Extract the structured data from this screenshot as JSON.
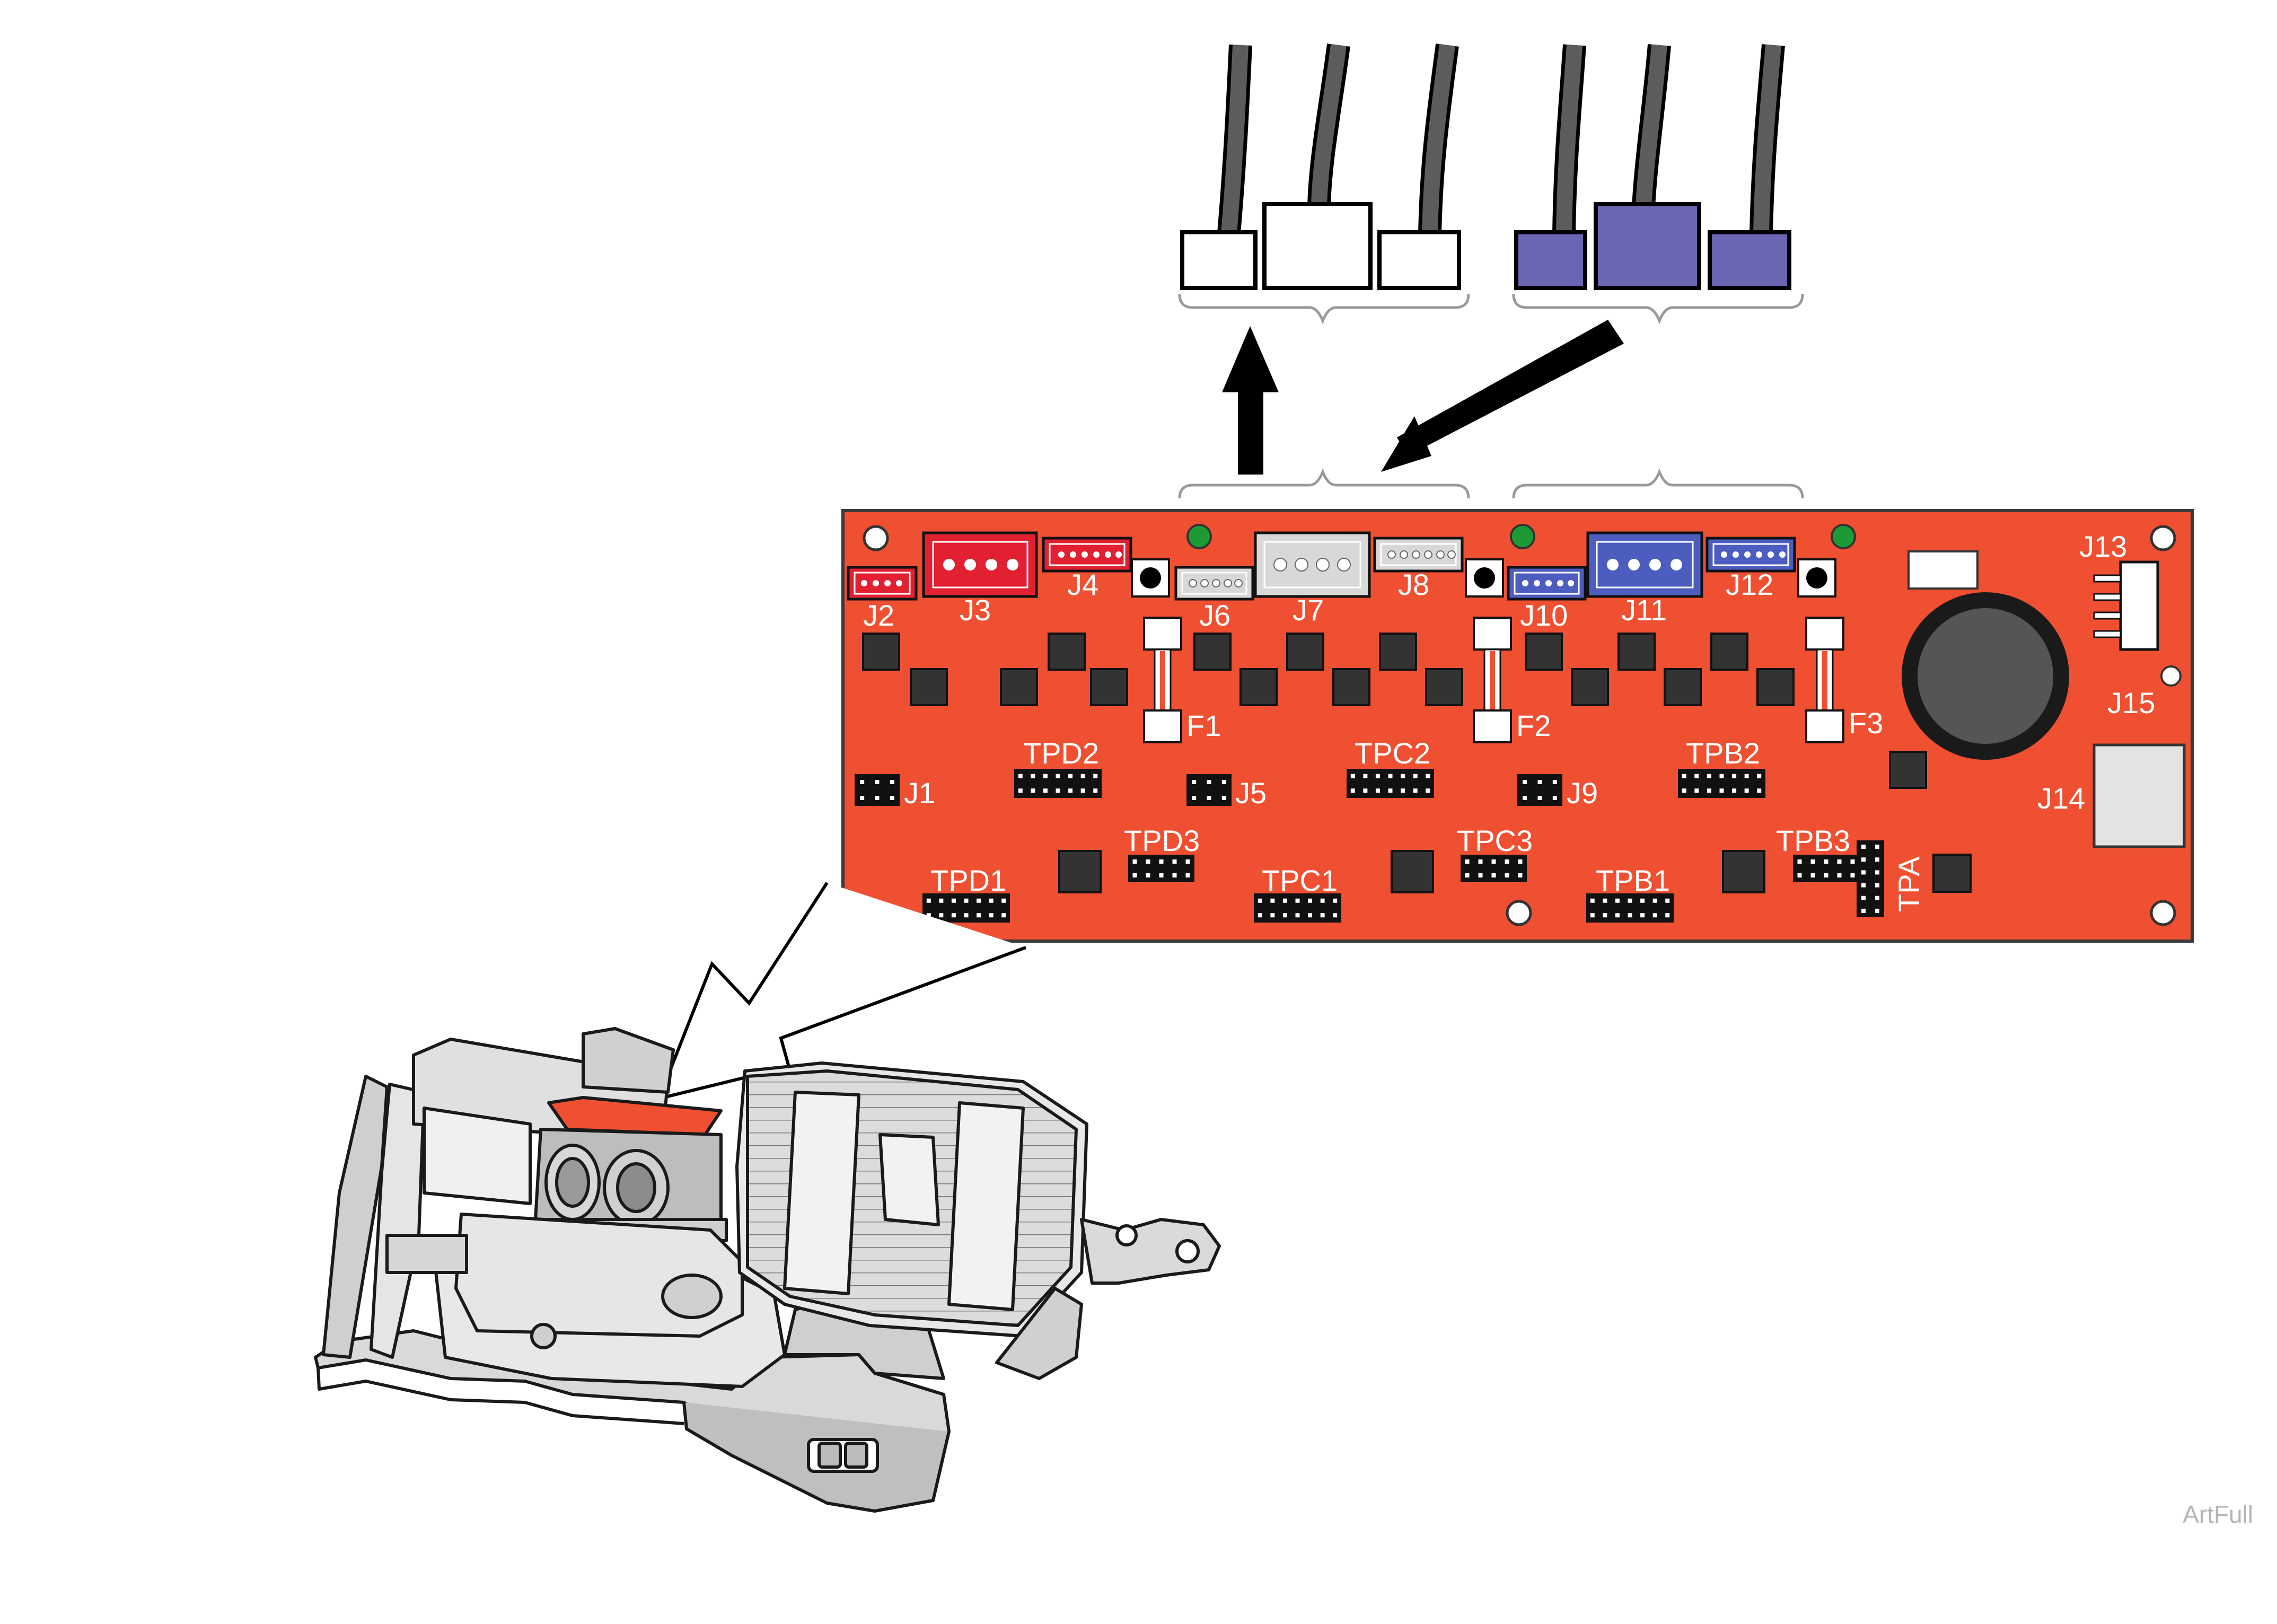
{
  "colors": {
    "board": "#f05032",
    "board_border": "#3a3a3a",
    "plug_white": "#ffffff",
    "plug_purple": "#6a66b4",
    "connector_red": "#e12032",
    "connector_blue": "#4d5dbf",
    "connector_gray": "#d8d8d8",
    "led_green": "#1e9a35",
    "chip": "#333333",
    "arrow": "#000000",
    "art_label": "#b5b5b5"
  },
  "icons": {
    "board": "circuit-board-icon",
    "chair_base": "chair-base-machinery-icon",
    "callout": "zoom-callout-arrow-icon",
    "arrows": "cable-flow-arrow-icon"
  },
  "board": {
    "connectors": {
      "j2": "J2",
      "j3": "J3",
      "j4": "J4",
      "j6": "J6",
      "j7": "J7",
      "j8": "J8",
      "j10": "J10",
      "j11": "J11",
      "j12": "J12",
      "j13": "J13",
      "j14": "J14",
      "j15": "J15",
      "j1": "J1",
      "j5": "J5",
      "j9": "J9"
    },
    "fuses": {
      "f1": "F1",
      "f2": "F2",
      "f3": "F3"
    },
    "test_points": {
      "tpd2": "TPD2",
      "tpc2": "TPC2",
      "tpb2": "TPB2",
      "tpd3": "TPD3",
      "tpc3": "TPC3",
      "tpb3": "TPB3",
      "tpd1": "TPD1",
      "tpc1": "TPC1",
      "tpb1": "TPB1",
      "tpa": "TPA"
    }
  },
  "art_label": "ArtFull"
}
